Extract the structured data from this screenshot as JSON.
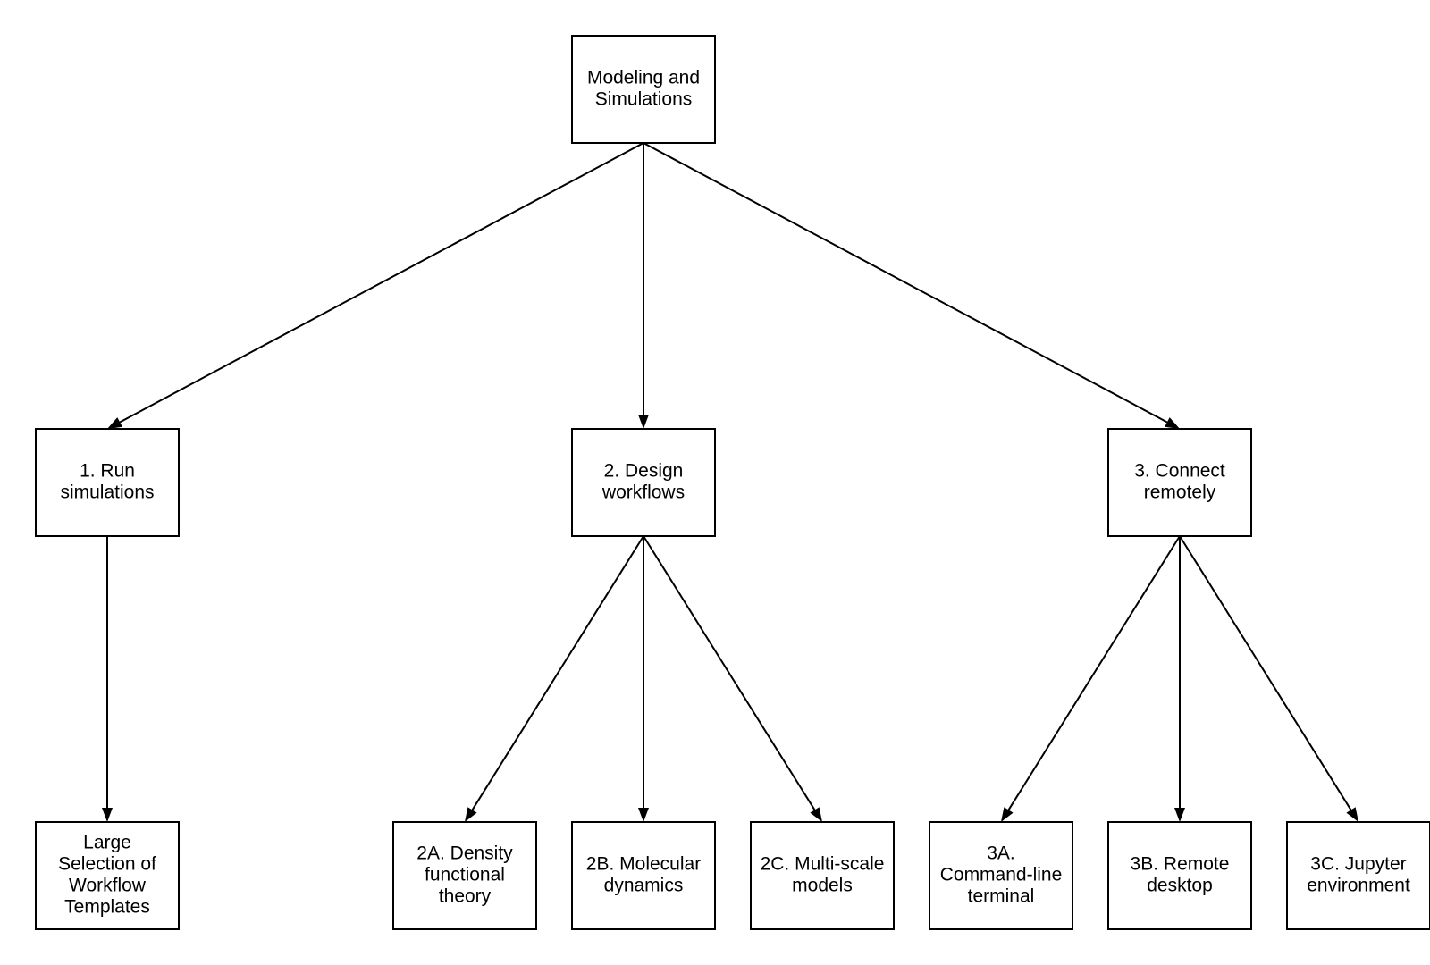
{
  "diagram": {
    "type": "tree",
    "nodes": [
      {
        "id": "root",
        "lines": [
          "Modeling and",
          "Simulations"
        ]
      },
      {
        "id": "n1",
        "lines": [
          "1. Run",
          "simulations"
        ]
      },
      {
        "id": "n2",
        "lines": [
          "2. Design",
          "workflows"
        ]
      },
      {
        "id": "n3",
        "lines": [
          "3. Connect",
          "remotely"
        ]
      },
      {
        "id": "n1a",
        "lines": [
          "Large",
          "Selection of",
          "Workflow",
          "Templates"
        ]
      },
      {
        "id": "n2a",
        "lines": [
          "2A. Density",
          "functional",
          "theory"
        ]
      },
      {
        "id": "n2b",
        "lines": [
          "2B. Molecular",
          "dynamics"
        ]
      },
      {
        "id": "n2c",
        "lines": [
          "2C. Multi-scale",
          "models"
        ]
      },
      {
        "id": "n3a",
        "lines": [
          "3A.",
          "Command-line",
          "terminal"
        ]
      },
      {
        "id": "n3b",
        "lines": [
          "3B. Remote",
          "desktop"
        ]
      },
      {
        "id": "n3c",
        "lines": [
          "3C. Jupyter",
          "environment"
        ]
      }
    ],
    "edges": [
      {
        "from": "root",
        "to": "n1"
      },
      {
        "from": "root",
        "to": "n2"
      },
      {
        "from": "root",
        "to": "n3"
      },
      {
        "from": "n1",
        "to": "n1a"
      },
      {
        "from": "n2",
        "to": "n2a"
      },
      {
        "from": "n2",
        "to": "n2b"
      },
      {
        "from": "n2",
        "to": "n2c"
      },
      {
        "from": "n3",
        "to": "n3a"
      },
      {
        "from": "n3",
        "to": "n3b"
      },
      {
        "from": "n3",
        "to": "n3c"
      }
    ],
    "colors": {
      "stroke": "#000000",
      "fill": "#ffffff",
      "text": "#000000"
    }
  }
}
